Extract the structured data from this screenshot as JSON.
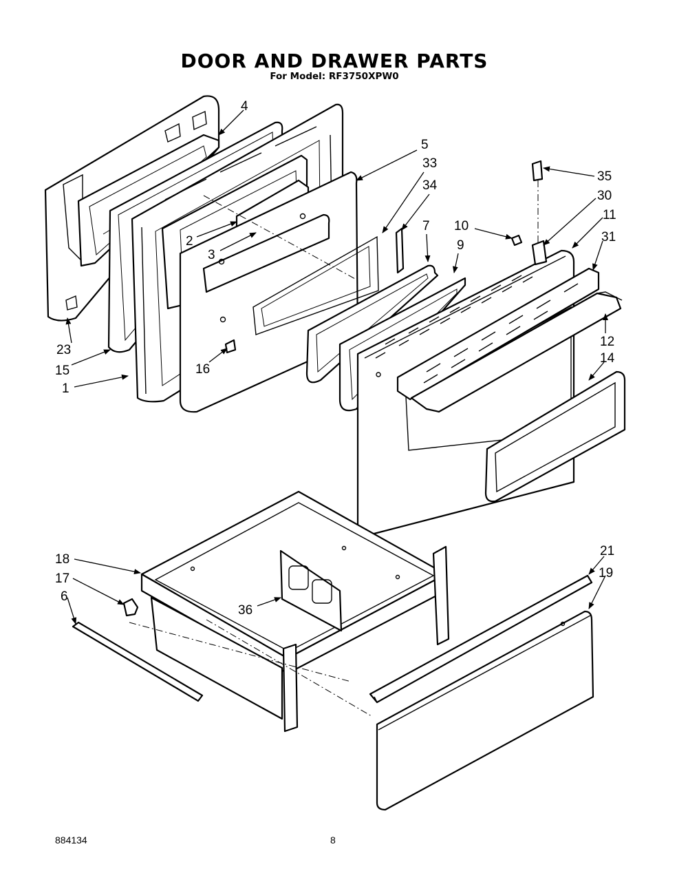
{
  "header": {
    "title": "DOOR AND DRAWER PARTS",
    "subtitle": "For Model: RF3750XPW0"
  },
  "footer": {
    "doc_number": "884134",
    "page_number": "8"
  },
  "callouts": {
    "c1": "1",
    "c2": "2",
    "c3": "3",
    "c4": "4",
    "c5": "5",
    "c6": "6",
    "c7": "7",
    "c9": "9",
    "c10": "10",
    "c11": "11",
    "c12": "12",
    "c14": "14",
    "c15": "15",
    "c16": "16",
    "c17": "17",
    "c18": "18",
    "c19": "19",
    "c21": "21",
    "c23": "23",
    "c30": "30",
    "c31": "31",
    "c33": "33",
    "c34": "34",
    "c35": "35",
    "c36": "36"
  }
}
